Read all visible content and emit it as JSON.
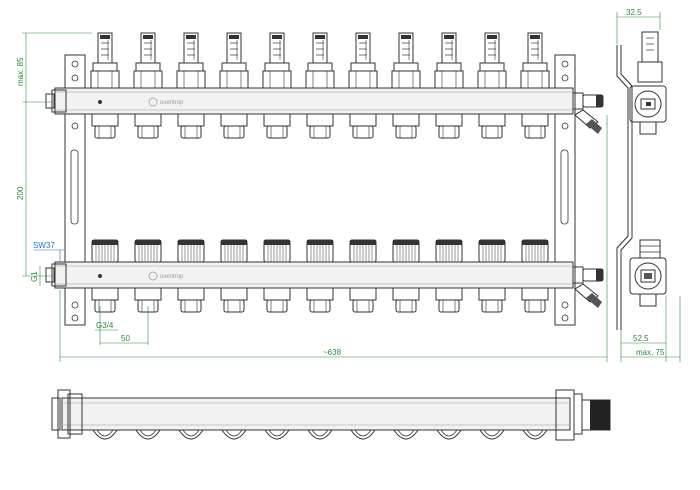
{
  "colors": {
    "outline": "#333333",
    "dimension": "#2a8a3a",
    "thread_label": "#1f6fd0",
    "brand": "#999999",
    "pipe_fill": "#f2f2f2"
  },
  "brand": {
    "name": "oventrop",
    "icon": "oventrop-logo-icon"
  },
  "outlet_count": 11,
  "dimensions": {
    "top_height": "max. 85",
    "center_distance": "200",
    "thread_size": "G1",
    "spanner_size": "SW37",
    "outlet_thread": "G3/4",
    "outlet_spacing": "50",
    "total_length": "~638",
    "side_depth_top": "32.5",
    "side_depth_bottom": "52.5",
    "side_depth_max": "max. 75"
  }
}
